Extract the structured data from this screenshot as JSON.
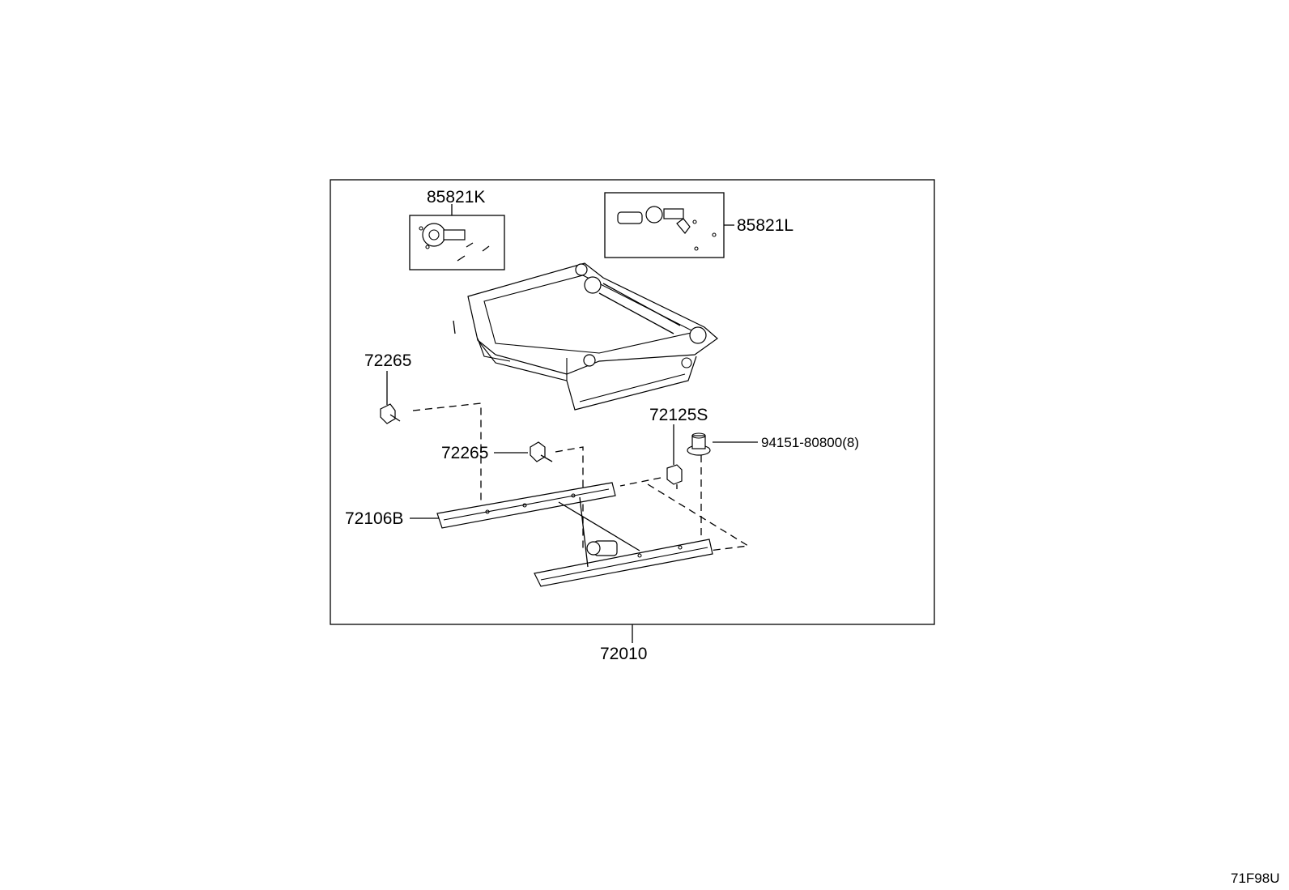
{
  "diagram": {
    "callouts": {
      "motor_k": "85821K",
      "motor_l": "85821L",
      "cover_upper": "72265",
      "cover_lower": "72265",
      "adjuster_sub": "72125S",
      "nut": "94151-80800(8)",
      "track": "72106B",
      "assembly": "72010"
    },
    "figure_code": "71F98U"
  }
}
